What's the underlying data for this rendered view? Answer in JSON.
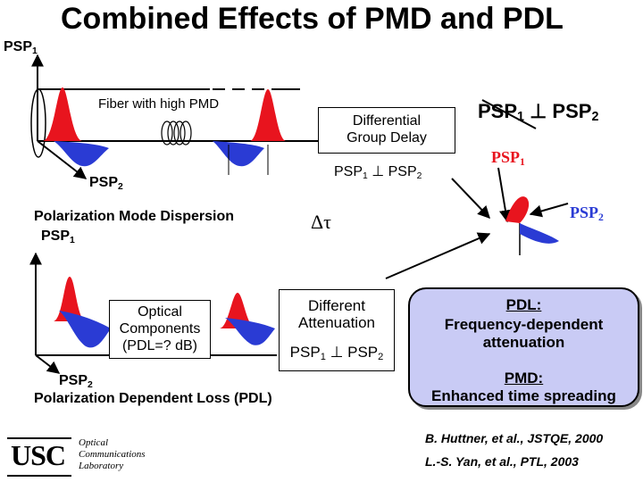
{
  "title": "Combined Effects of PMD and PDL",
  "top": {
    "psp1": "PSP",
    "psp1_sub": "1",
    "fiber_label": "Fiber with high PMD",
    "psp2": "PSP",
    "psp2_sub": "2",
    "dgd_line1": "Differential",
    "dgd_line2": "Group Delay",
    "ortho_a": "PSP",
    "ortho_a_sub": "1",
    "ortho_sym": " ⊥ ",
    "ortho_b": "PSP",
    "ortho_b_sub": "2",
    "pmd_caption": "Polarization Mode Dispersion",
    "delta_tau": "Δτ"
  },
  "bottom": {
    "psp1": "PSP",
    "psp1_sub": "1",
    "optical_line1": "Optical",
    "optical_line2": "Components",
    "optical_line3": "(PDL=? dB)",
    "diff_line1": "Different",
    "diff_line2": "Attenuation",
    "ortho_a": "PSP",
    "ortho_a_sub": "1",
    "ortho_sym": " ⊥ ",
    "ortho_b": "PSP",
    "ortho_b_sub": "2",
    "psp2": "PSP",
    "psp2_sub": "2",
    "pdl_caption": "Polarization Dependent Loss (PDL)"
  },
  "right": {
    "header_a": "PSP",
    "header_a_sub": "1",
    "header_sym": "⊥",
    "header_b": "PSP",
    "header_b_sub": "2",
    "psp1": "PSP",
    "psp1_sub": "1",
    "psp2": "PSP",
    "psp2_sub": "2"
  },
  "pdl_box": {
    "pdl_head": "PDL:",
    "pdl_text": "Frequency-dependent attenuation",
    "pmd_head": "PMD:",
    "pmd_text": "Enhanced time spreading"
  },
  "refs": [
    "B. Huttner, et al., JSTQE, 2000",
    "L.-S. Yan, et al., PTL, 2003"
  ],
  "logo": {
    "mark": "USC",
    "line1": "Optical",
    "line2": "Communications",
    "line3": "Laboratory"
  },
  "colors": {
    "red_pulse": "#e8141e",
    "blue_pulse": "#2a3bd4",
    "box_fill": "#c9cbf5"
  }
}
